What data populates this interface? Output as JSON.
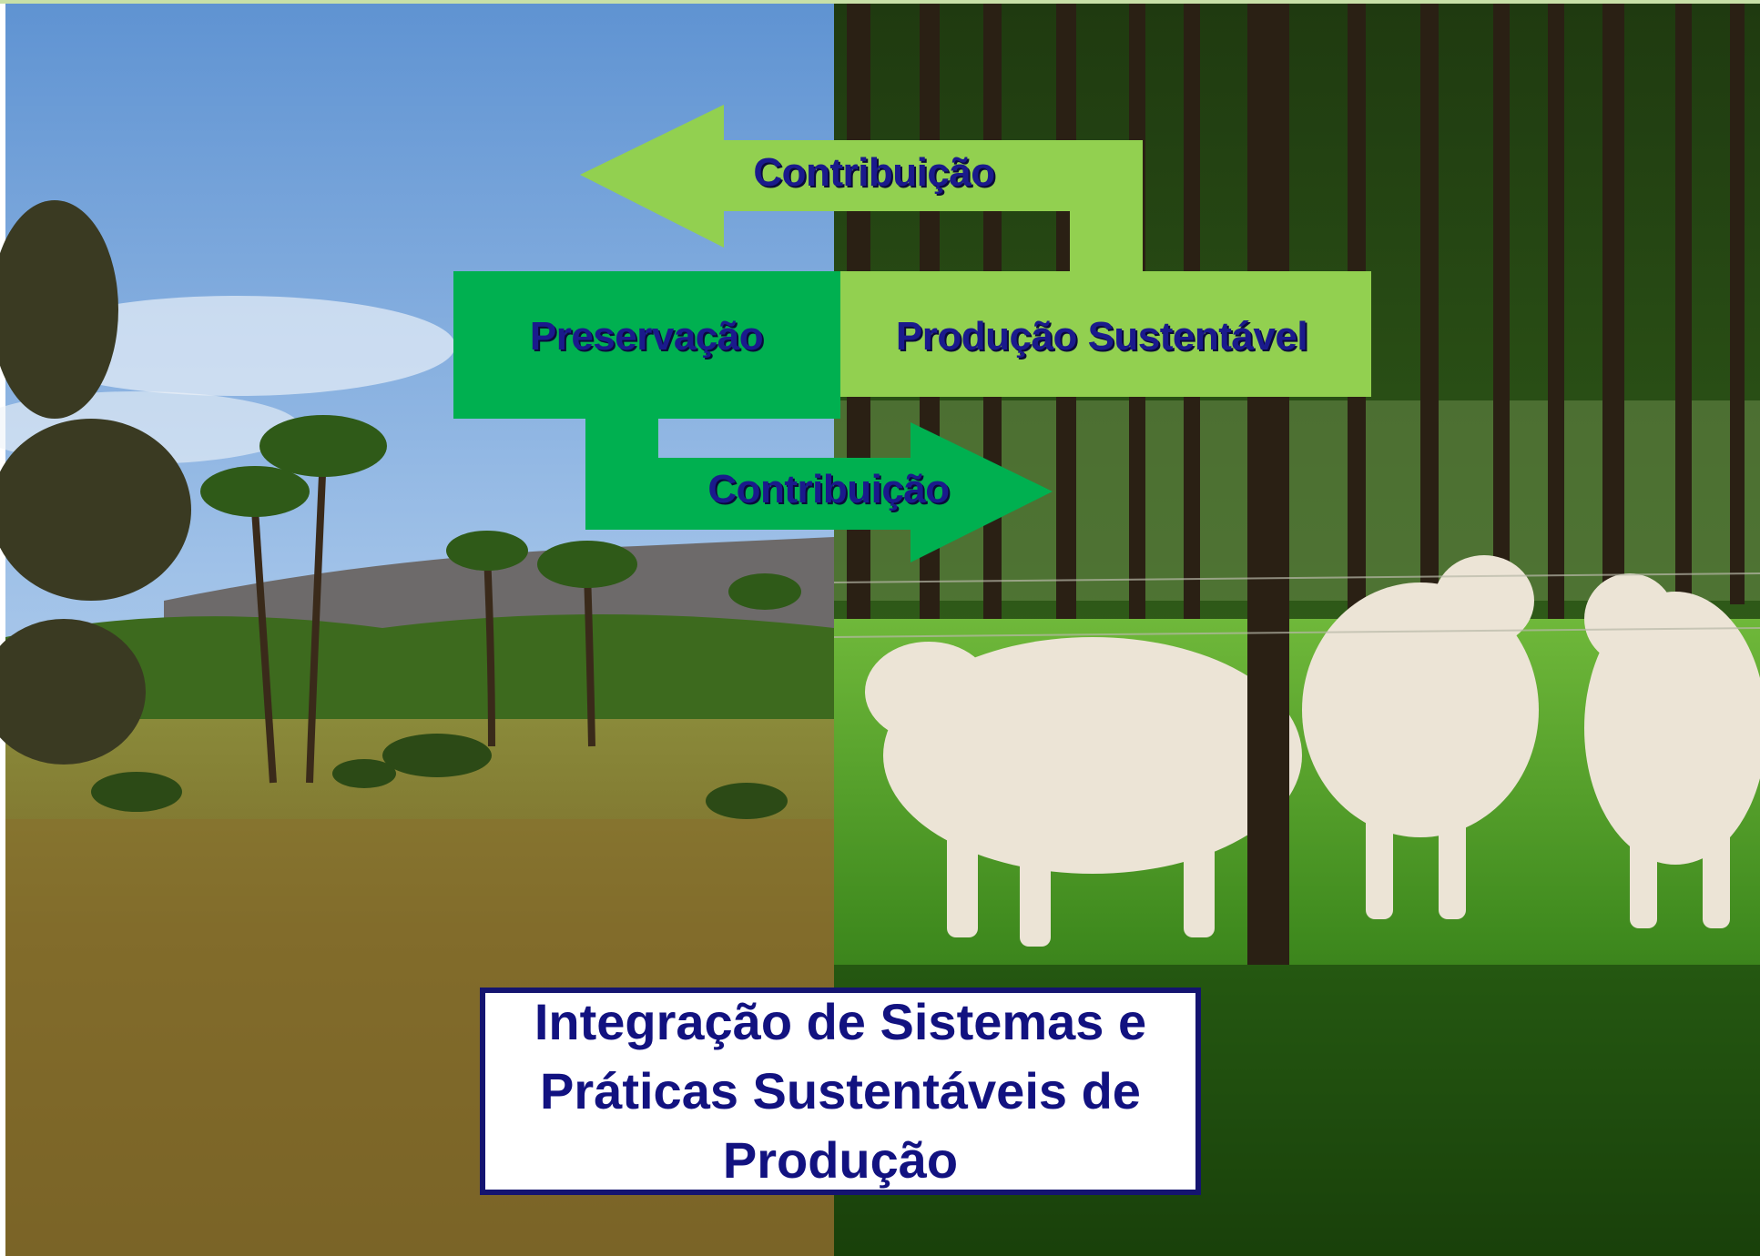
{
  "diagram": {
    "top_arrow_label": "Contribuição",
    "left_box_label": "Preservação",
    "right_box_label": "Produção Sustentável",
    "bottom_arrow_label": "Contribuição"
  },
  "title": {
    "line1": "Integração de Sistemas e",
    "line2": "Práticas Sustentáveis de",
    "line3": "Produção"
  },
  "colors": {
    "light_green": "#92d050",
    "dark_green": "#00b050",
    "label_blue": "#1a1a8c",
    "title_border": "#141470"
  }
}
